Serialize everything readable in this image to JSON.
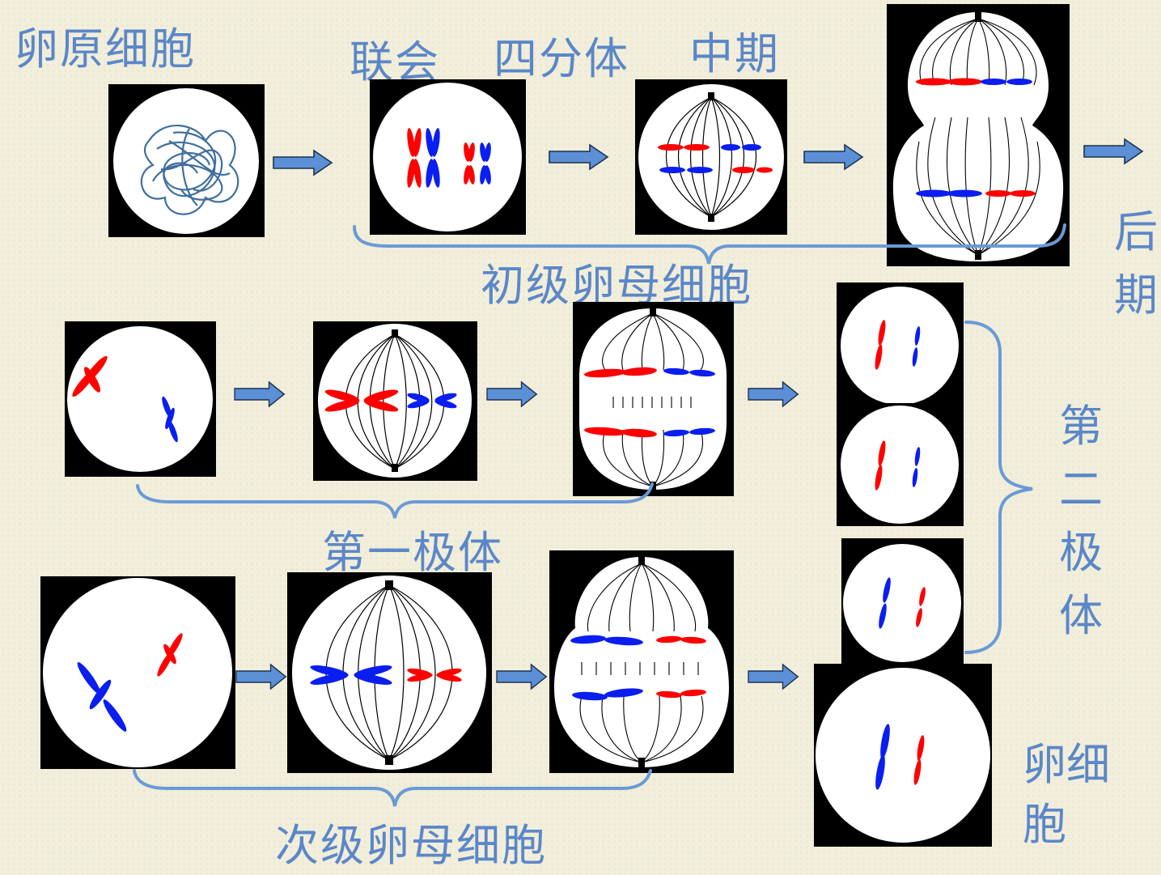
{
  "labels": {
    "oogonium": "卵原细胞",
    "synapsis": "联会",
    "tetrad": "四分体",
    "metaphase": "中期",
    "anaphase": "后期",
    "primary_oocyte": "初级卵母细胞",
    "first_polar_body": "第一极体",
    "second_polar_body": "第二极体",
    "secondary_oocyte": "次级卵母细胞",
    "egg_cell": "卵细胞"
  },
  "colors": {
    "label_text": "#5b87c8",
    "chromosome_red": "#ff0000",
    "chromosome_blue": "#0a1ef0",
    "arrow_fill": "#5b8fd6",
    "brace": "#6a9ad6",
    "background": "#f1eedb"
  },
  "icons": {
    "arrow": "right-arrow-icon",
    "brace": "curly-brace"
  }
}
